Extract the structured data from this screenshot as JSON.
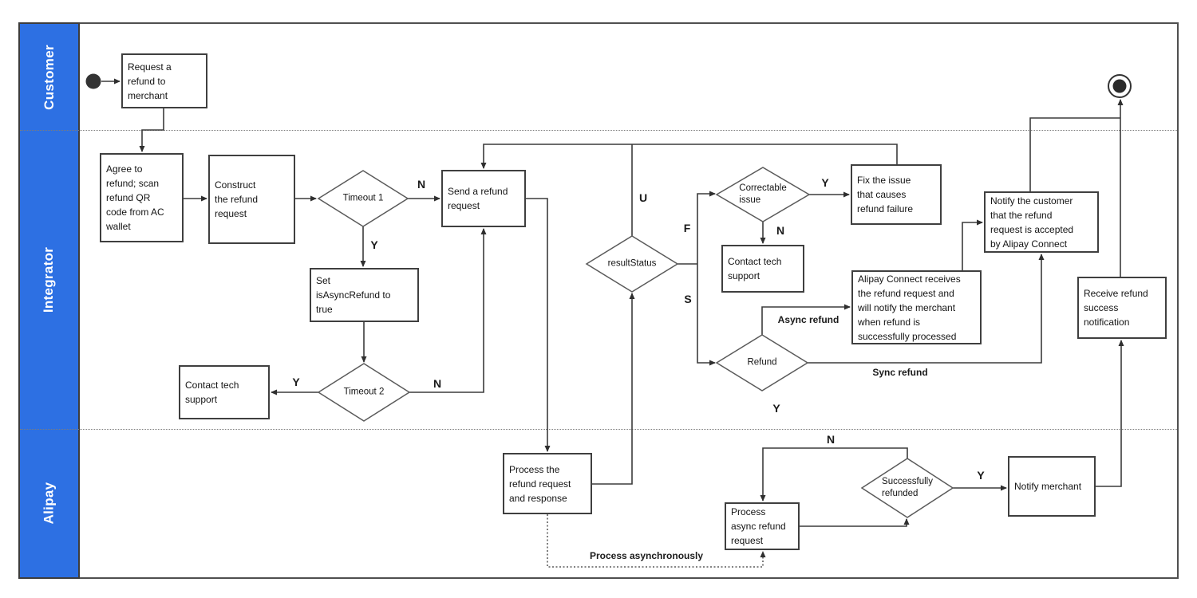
{
  "diagram": {
    "lanes": [
      {
        "label": "Customer"
      },
      {
        "label": "Integrator"
      },
      {
        "label": "Alipay"
      }
    ],
    "nodes": {
      "request_refund": {
        "label": "Request a\nrefund to\nmerchant"
      },
      "agree_refund": {
        "label": "Agree to\nrefund; scan\nrefund QR\ncode from AC\nwallet"
      },
      "construct_request": {
        "label": "Construct\nthe refund\nrequest"
      },
      "send_request": {
        "label": "Send a refund\nrequest"
      },
      "set_async": {
        "label": "Set\nisAsyncRefund to\ntrue"
      },
      "contact_support_1": {
        "label": "Contact tech\nsupport"
      },
      "fix_issue": {
        "label": "Fix the issue\nthat causes\nrefund failure"
      },
      "contact_support_2": {
        "label": "Contact tech\nsupport"
      },
      "ac_receives": {
        "label": "Alipay Connect receives\nthe refund request and\nwill notify the merchant\nwhen refund is\nsuccessfully processed"
      },
      "notify_customer": {
        "label": "Notify the customer\nthat the refund\nrequest is accepted\nby Alipay Connect"
      },
      "receive_notification": {
        "label": "Receive refund\nsuccess\nnotification"
      },
      "process_refund": {
        "label": "Process the\nrefund request\nand response"
      },
      "process_async": {
        "label": "Process\nasync refund\nrequest"
      },
      "notify_merchant": {
        "label": "Notify merchant"
      }
    },
    "decisions": {
      "timeout1": {
        "label": "Timeout 1"
      },
      "timeout2": {
        "label": "Timeout 2"
      },
      "result_status": {
        "label": "resultStatus"
      },
      "correctable": {
        "label": "Correctable\nissue"
      },
      "refund": {
        "label": "Refund"
      },
      "success_refunded": {
        "label": "Successfully\nrefunded"
      }
    },
    "edge_labels": {
      "timeout1_n": "N",
      "timeout1_y": "Y",
      "timeout2_y": "Y",
      "timeout2_n": "N",
      "result_u": "U",
      "result_f": "F",
      "result_s": "S",
      "correctable_y": "Y",
      "correctable_n": "N",
      "refund_async": "Async refund",
      "refund_sync": "Sync refund",
      "refund_y": "Y",
      "async_loop_n": "N",
      "success_y": "Y",
      "process_async_note": "Process asynchronously"
    },
    "colors": {
      "lane_header_blue": "#2d70e3",
      "lane_label_text": "#ffffff",
      "connector": "#3b3b3b",
      "node_border": "#3f3f3f",
      "frame_border": "#4f4f4f"
    }
  }
}
